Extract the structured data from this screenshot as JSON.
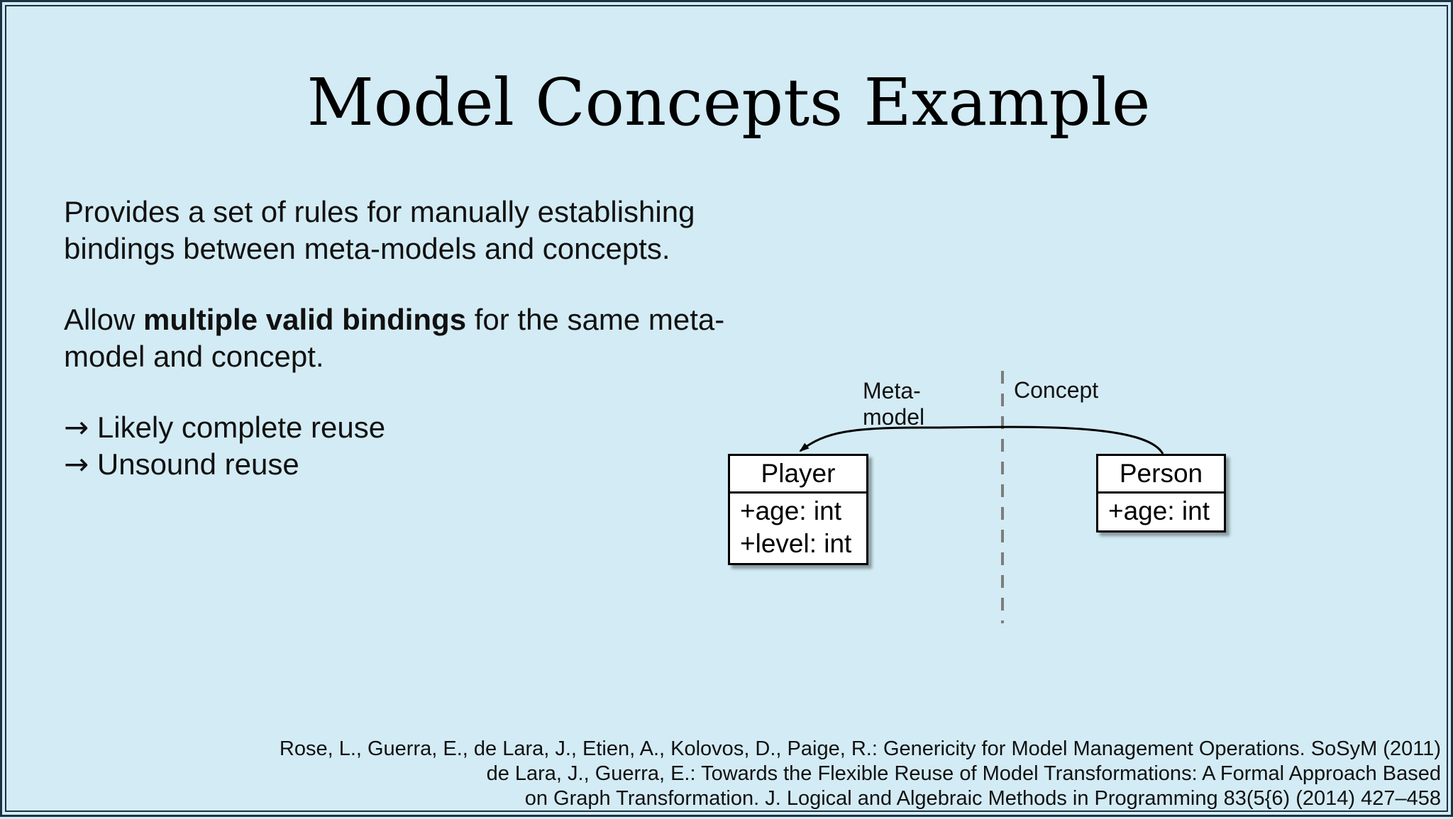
{
  "slide": {
    "title": "Model Concepts Example",
    "paragraph1": "Provides a set of rules for manually establishing bindings between meta-models and concepts.",
    "paragraph2": {
      "before": "Allow ",
      "bold": "multiple valid bindings",
      "after": " for the same meta-model and concept."
    },
    "bullets": [
      {
        "arrow": "→",
        "text": "Likely complete reuse"
      },
      {
        "arrow": "→",
        "text": "Unsound reuse"
      }
    ],
    "references": [
      "Rose, L., Guerra, E., de Lara, J., Etien, A., Kolovos, D., Paige, R.: Genericity for Model Management Operations. SoSyM (2011)",
      "de Lara, J., Guerra, E.: Towards the Flexible Reuse of Model Transformations: A Formal Approach Based on Graph Transformation. J. Logical and Algebraic Methods in Programming 83(5{6) (2014) 427–458"
    ]
  },
  "diagram": {
    "left_label": "Meta-model",
    "right_label": "Concept",
    "player": {
      "name": "Player",
      "attributes": [
        "+age: int",
        "+level: int"
      ]
    },
    "person": {
      "name": "Person",
      "attributes": [
        "+age: int"
      ]
    }
  }
}
